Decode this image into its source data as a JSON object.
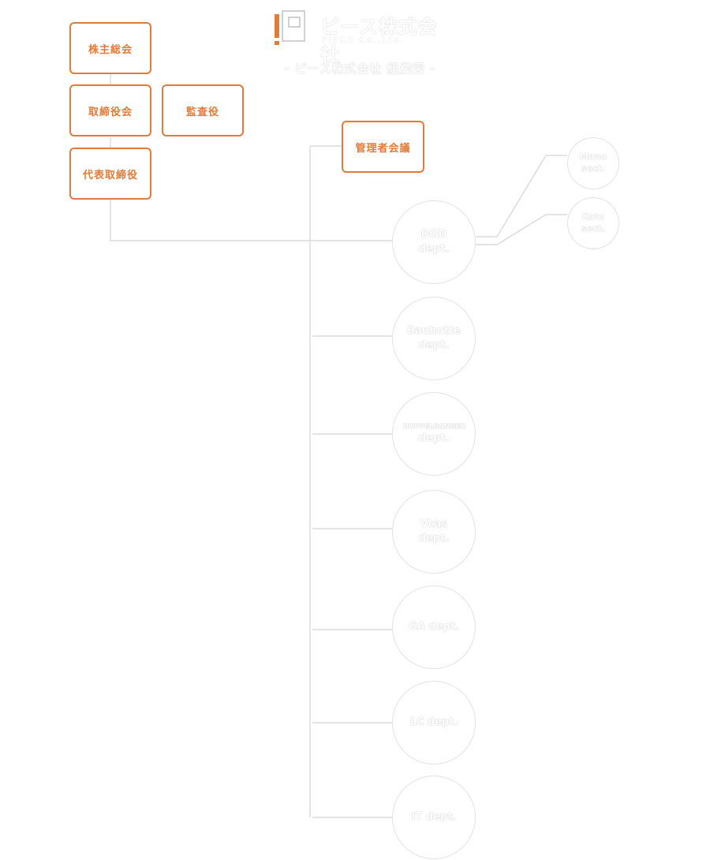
{
  "logo": {
    "name": "ピース株式会社",
    "sub": "PIECE Co.,Ltd."
  },
  "title": "- ピース株式会社 組織図 -",
  "colors": {
    "accent": "#e07b39",
    "line": "#dcdcdc"
  },
  "boxes": {
    "shareholders": "株主総会",
    "board": "取締役会",
    "auditor": "監査役",
    "representative": "代表取締役",
    "management": "管理者会議"
  },
  "departments": [
    {
      "line1": "DOD",
      "line2": "dept."
    },
    {
      "line1": "Bauhutte",
      "line2": "dept."
    },
    {
      "line1": "DOPPELGANGER",
      "line2": "dept."
    },
    {
      "line1": "Vcas",
      "line2": "dept."
    },
    {
      "line1": "GA dept.",
      "line2": ""
    },
    {
      "line1": "LC dept.",
      "line2": ""
    },
    {
      "line1": "IT dept.",
      "line2": ""
    }
  ],
  "sections": [
    {
      "line1": "Mono",
      "line2": "sect."
    },
    {
      "line1": "Koto",
      "line2": "sect."
    }
  ]
}
